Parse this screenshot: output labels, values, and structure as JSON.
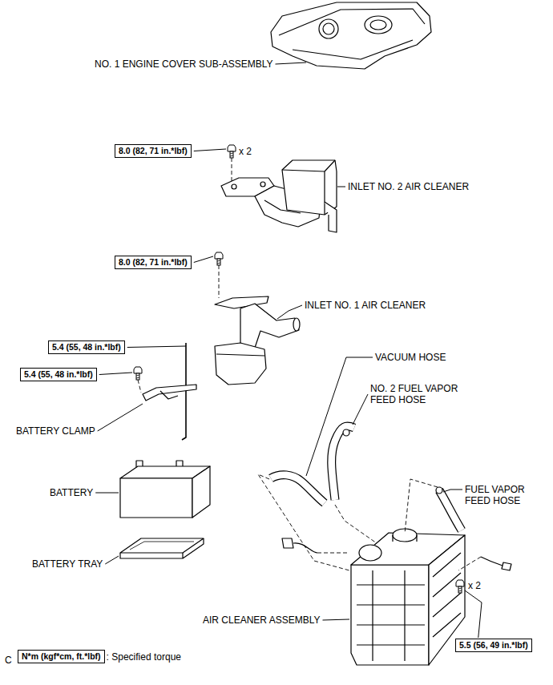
{
  "diagram": {
    "nodes": [
      {
        "text": [
          "8.0 (82, 71 in.*lbf)"
        ]
      },
      {
        "text": [
          "8.0 (82, 71 in.*lbf)"
        ]
      },
      {
        "text": [
          "5.4 (55, 48 in.*lbf)"
        ]
      },
      {
        "text": [
          "5.4 (55, 48 in.*lbf)"
        ]
      },
      {
        "text": [
          "5.5 (56, 49 in.*lbf)"
        ]
      },
      {
        "text": [
          "N*m (kgf*cm, ft.*lbf)"
        ]
      }
    ],
    "labels": [
      "NO. 1 ENGINE COVER SUB-ASSEMBLY",
      "x 2",
      "INLET NO. 2 AIR CLEANER",
      "INLET NO. 1 AIR CLEANER",
      "VACUUM HOSE",
      "NO. 2 FUEL VAPOR FEED HOSE",
      "BATTERY CLAMP",
      "BATTERY",
      "FUEL VAPOR FEED HOSE",
      "BATTERY TRAY",
      "AIR CLEANER ASSEMBLY",
      "x 2",
      ": Specified torque",
      "C"
    ]
  }
}
